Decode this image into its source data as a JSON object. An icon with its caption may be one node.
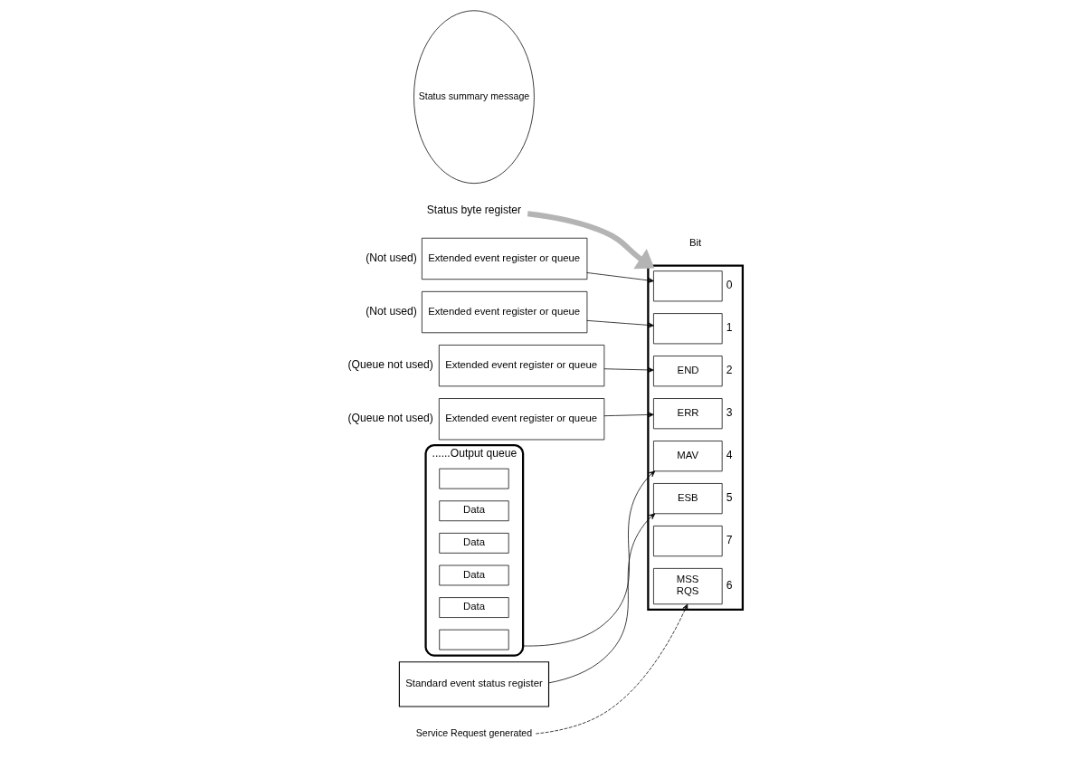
{
  "diagram": {
    "nodes": [
      {
        "text": [
          "Status byte register"
        ]
      },
      {
        "text": [],
        "shape": "box"
      },
      {
        "text": [],
        "shape": "box",
        "in": 1,
        "beside": [
          "0"
        ]
      },
      {
        "text": [],
        "shape": "box",
        "in": 1,
        "beside": [
          "1"
        ]
      },
      {
        "text": [
          "END"
        ],
        "in": 1,
        "beside": [
          "2"
        ]
      },
      {
        "text": [
          "ERR"
        ],
        "in": 1,
        "beside": [
          "3"
        ]
      },
      {
        "text": [
          "MAV"
        ],
        "in": 1,
        "beside": [
          "4"
        ]
      },
      {
        "text": [
          "ESB"
        ],
        "in": 1,
        "beside": [
          "5"
        ]
      },
      {
        "text": [
          "MSS",
          "RQS"
        ],
        "in": 1,
        "beside": [
          "6"
        ]
      },
      {
        "text": [],
        "shape": "box",
        "in": 1,
        "beside": [
          "7"
        ]
      },
      {
        "text": [
          "Status summary message"
        ]
      },
      {
        "text": [
          "Extended event register or queue"
        ],
        "beside": [
          "(Not used)"
        ]
      },
      {
        "text": [
          "Extended event register or queue"
        ],
        "beside": [
          "(Not used)"
        ]
      },
      {
        "text": [
          "Extended event register or queue"
        ],
        "beside": [
          "(Queue not used)"
        ]
      },
      {
        "text": [
          "Extended event register or queue"
        ],
        "beside": [
          "(Queue not used)"
        ]
      },
      {
        "text": [
          "......Output queue"
        ]
      },
      {
        "text": [],
        "shape": "box",
        "in": 15
      },
      {
        "text": [
          "Data"
        ],
        "in": 15
      },
      {
        "text": [
          "Data"
        ],
        "in": 15
      },
      {
        "text": [
          "Data"
        ],
        "in": 15
      },
      {
        "text": [
          "Data"
        ],
        "in": 15
      },
      {
        "text": [],
        "shape": "box",
        "in": 15
      },
      {
        "text": [
          "Standard event status register"
        ]
      },
      {
        "text": [
          "Service Request generated"
        ]
      }
    ],
    "edges": [
      {
        "from": 0,
        "to": 1,
        "arrow": "to",
        "style": "thick",
        "color": "#b4b4b4"
      },
      {
        "from": 11,
        "to": 2,
        "arrow": "to"
      },
      {
        "from": 12,
        "to": 3,
        "arrow": "to"
      },
      {
        "from": 13,
        "to": 4,
        "arrow": "to"
      },
      {
        "from": 14,
        "to": 5,
        "arrow": "to"
      },
      {
        "from": 15,
        "to": 6,
        "arrow": "to"
      },
      {
        "from": 22,
        "to": 7,
        "arrow": "to"
      },
      {
        "from": 23,
        "to": 8,
        "arrow": "to",
        "style": "dashed"
      }
    ],
    "labels": [
      "Bit"
    ]
  }
}
